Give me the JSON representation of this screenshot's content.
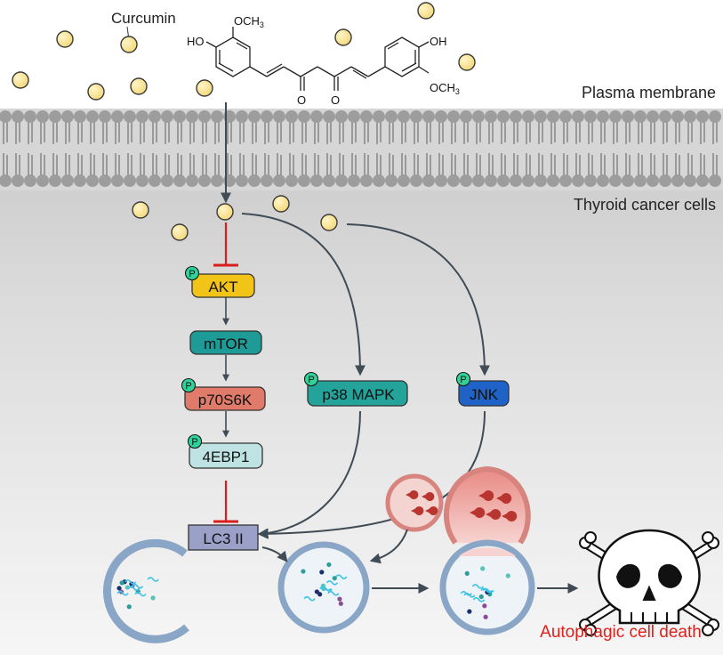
{
  "labels": {
    "curcumin": "Curcumin",
    "plasma_membrane": "Plasma membrane",
    "thyroid_cells": "Thyroid cancer cells",
    "outcome": "Autophagic cell death"
  },
  "chem": {
    "och3_top": "OCH",
    "och3_right": "OCH",
    "sub3": "3",
    "oh_left": "HO",
    "oh_right": "OH",
    "o1": "O",
    "o2": "O"
  },
  "proteins": {
    "akt": "AKT",
    "mtor": "mTOR",
    "p70s6k": "p70S6K",
    "ebp1": "4EBP1",
    "p38": "p38 MAPK",
    "jnk": "JNK",
    "lc3": "LC3 II",
    "phospho": "P"
  },
  "colors": {
    "akt": "#f2c417",
    "mtor": "#1e9b96",
    "p70s6k": "#e07a6a",
    "ebp1": "#bfe3e3",
    "p38": "#23a39a",
    "jnk": "#1f63c8",
    "lc3": "#9aa0c8",
    "inhibit": "#d81e1e",
    "arrow": "#3f4b55",
    "outcome": "#e0201b"
  },
  "icons": [
    "skull-crossbones-icon",
    "phospho-badge-icon"
  ]
}
